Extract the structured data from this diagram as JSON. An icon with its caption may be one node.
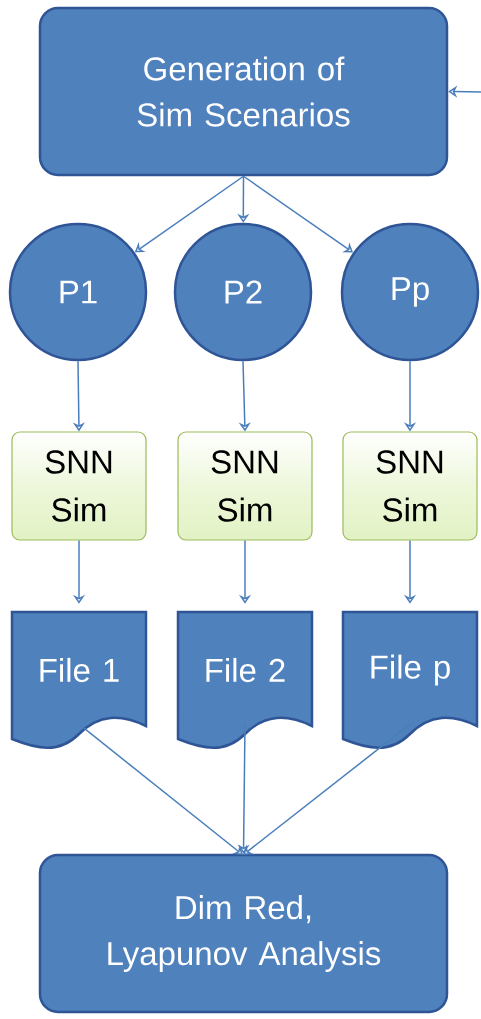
{
  "diagram": {
    "nodes": [
      {
        "text": [
          "Generation of Sim Scenarios"
        ]
      },
      {
        "text": [
          "P1"
        ]
      },
      {
        "text": [
          "P2"
        ]
      },
      {
        "text": [
          "Pp"
        ]
      },
      {
        "text": [
          "SNN Sim"
        ]
      },
      {
        "text": [
          "SNN Sim"
        ]
      },
      {
        "text": [
          "SNN Sim"
        ]
      },
      {
        "text": [
          "File 1"
        ]
      },
      {
        "text": [
          "File 2"
        ]
      },
      {
        "text": [
          "File p"
        ]
      },
      {
        "text": [
          "Dim Red, Lyapunov Analysis"
        ]
      }
    ],
    "edges": [
      {
        "from": null,
        "to": 0,
        "arrow": "to"
      },
      {
        "from": 0,
        "to": 1,
        "arrow": "to"
      },
      {
        "from": 0,
        "to": 2,
        "arrow": "to"
      },
      {
        "from": 0,
        "to": 3,
        "arrow": "to"
      },
      {
        "from": 1,
        "to": 4,
        "arrow": "to"
      },
      {
        "from": 2,
        "to": 5,
        "arrow": "to"
      },
      {
        "from": 3,
        "to": 6,
        "arrow": "to"
      },
      {
        "from": 4,
        "to": 7,
        "arrow": "to"
      },
      {
        "from": 5,
        "to": 8,
        "arrow": "to"
      },
      {
        "from": 6,
        "to": 9,
        "arrow": "to"
      },
      {
        "from": 7,
        "to": 10,
        "arrow": "to"
      },
      {
        "from": 8,
        "to": 10,
        "arrow": "to"
      },
      {
        "from": 9,
        "to": 10,
        "arrow": "to"
      }
    ]
  }
}
